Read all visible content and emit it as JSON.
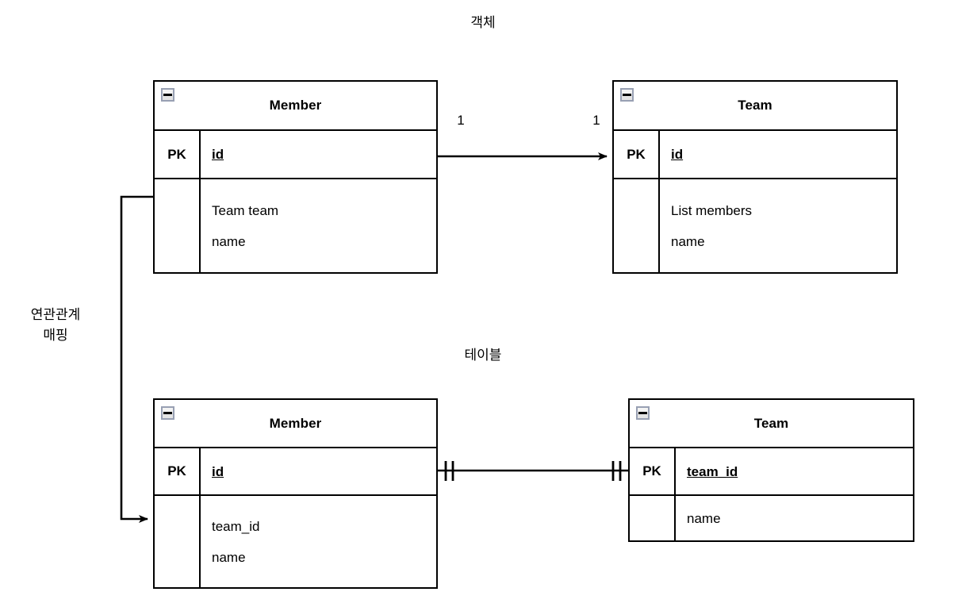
{
  "diagram": {
    "title_object": "객체",
    "title_table": "테이블",
    "mapping_label": "연관관계\n매핑"
  },
  "object_model": {
    "member": {
      "name": "Member",
      "collapse_icon": "collapse-minus-icon",
      "key_label": "PK",
      "pk_attribute": "id",
      "attributes": [
        "Team team",
        "name"
      ]
    },
    "team": {
      "name": "Team",
      "collapse_icon": "collapse-minus-icon",
      "key_label": "PK",
      "pk_attribute": "id",
      "attributes": [
        "List members",
        "name"
      ]
    },
    "relation": {
      "source_cardinality": "1",
      "target_cardinality": "1",
      "style": "directed-arrow"
    }
  },
  "table_model": {
    "member": {
      "name": "Member",
      "collapse_icon": "collapse-minus-icon",
      "key_label": "PK",
      "pk_attribute": "id",
      "attributes": [
        "team_id",
        "name"
      ]
    },
    "team": {
      "name": "Team",
      "collapse_icon": "collapse-minus-icon",
      "key_label": "PK",
      "pk_attribute": "team_id",
      "attributes": [
        "name"
      ]
    },
    "relation": {
      "style": "crows-foot-one-and-only-one",
      "source_cardinality": "",
      "target_cardinality": ""
    }
  },
  "colors": {
    "stroke": "#000000",
    "background": "#ffffff",
    "icon_border": "#98a0b3",
    "icon_fill": "#eeeeee"
  }
}
